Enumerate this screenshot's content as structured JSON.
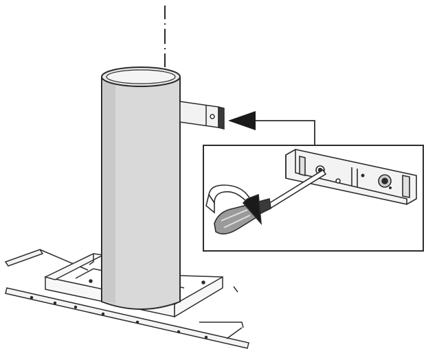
{
  "figure": {
    "parts": [
      {
        "name": "chimney-duct",
        "label": ""
      },
      {
        "name": "support-bracket",
        "label": ""
      },
      {
        "name": "mounting-frame",
        "label": ""
      },
      {
        "name": "hood-canopy",
        "label": ""
      },
      {
        "name": "detail-inset",
        "label": ""
      },
      {
        "name": "screwdriver",
        "label": ""
      }
    ],
    "colors": {
      "stroke": "#2b2b2b",
      "duct_fill": "#d9d9d9",
      "duct_shade": "#bdbdbd",
      "arrow": "#1a1a1a",
      "handle_fill": "#9a9a9a"
    }
  }
}
